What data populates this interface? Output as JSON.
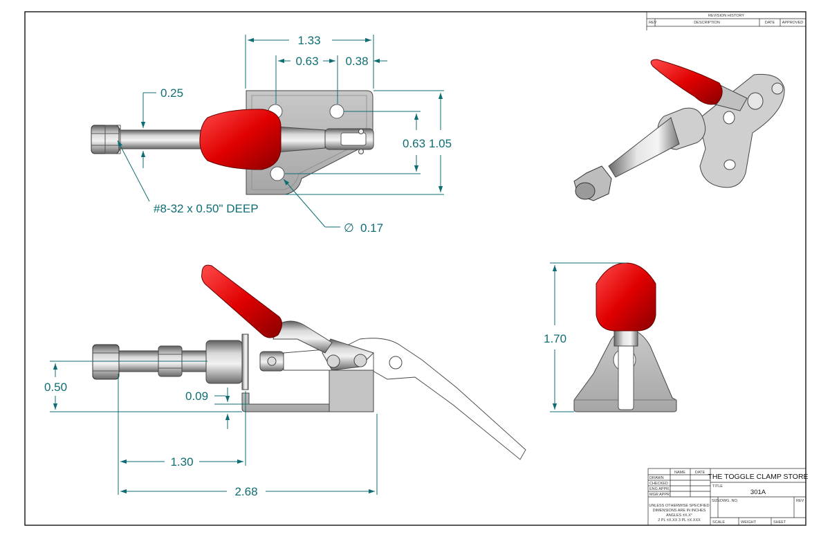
{
  "drawing": {
    "revision_block": {
      "title": "REVISION HISTORY",
      "columns": {
        "rev": "REV",
        "description": "DESCRIPTION",
        "date": "DATE",
        "approved": "APPROVED"
      }
    },
    "title_block": {
      "company": "THE TOGGLE CLAMP STORE",
      "title_label": "TITLE",
      "part_number": "301A",
      "name_header": "NAME",
      "date_header": "DATE",
      "rows": [
        "DRAWN",
        "CHECKED",
        "ENG APPR.",
        "MGR APPR."
      ],
      "tolerance_note": [
        "UNLESS OTHERWISE SPECIFIED",
        "DIMENSIONS ARE IN INCHES",
        "ANGLES ±X.X°",
        "2 PL ±X.XX  3 PL ±X.XXX"
      ],
      "size_label": "SIZE",
      "dwg_label": "DWG. NO.",
      "rev_label": "REV",
      "scale_label": "SCALE",
      "weight_label": "WEIGHT",
      "sheet_label": "SHEET"
    },
    "dimensions": {
      "top_width": "1.33",
      "top_hole_spacing": "0.63",
      "top_edge_offset": "0.38",
      "plunger_offset": "0.25",
      "hole_vertical": "0.63",
      "base_height": "1.05",
      "thread_note": "#8-32 x 0.50\" DEEP",
      "hole_diameter_symbol": "∅",
      "hole_diameter": "0.17",
      "side_height": "0.50",
      "base_thickness": "0.09",
      "plunger_length": "1.30",
      "overall_length": "2.68",
      "front_height": "1.70"
    }
  }
}
